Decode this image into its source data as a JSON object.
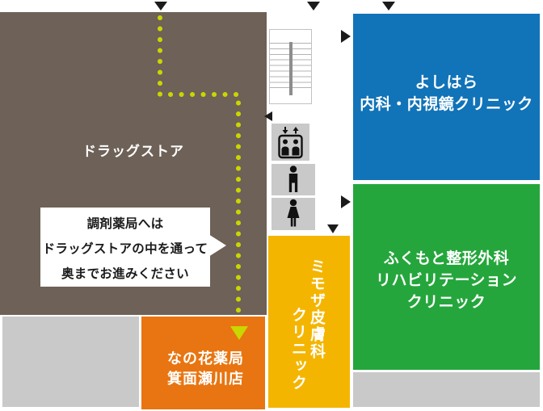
{
  "areas": {
    "drugstore": {
      "label": "ドラッグストア",
      "color": "#6e6157"
    },
    "pharmacy": {
      "name_line1": "なの花薬局",
      "name_line2": "箕面瀬川店",
      "color": "#e87511"
    },
    "mimosa_clinic": {
      "name_column1": "ミモザ皮膚科",
      "name_column2": "クリニック",
      "color": "#f4b500"
    },
    "yoshihara_clinic": {
      "name_line1": "よしはら",
      "name_line2": "内科・内視鏡クリニック",
      "color": "#1173b8"
    },
    "fukumoto_clinic": {
      "name_line1": "ふくもと整形外科",
      "name_line2": "リハビリテーション",
      "name_line3": "クリニック",
      "color": "#25a63c"
    }
  },
  "guide_bubble": {
    "lines": [
      "調剤薬局へは",
      "ドラッグストアの中を通って",
      "奥までお進みください"
    ]
  },
  "icons": {
    "stairs": "stairs-icon",
    "elevator": "elevator-icon",
    "mens_restroom": "mens-restroom-icon",
    "womens_restroom": "womens-restroom-icon"
  },
  "route": {
    "color": "#c9d600"
  },
  "colors": {
    "corridor_gray": "#c9c9c9",
    "entrance_arrow": "#1b1b1b",
    "background": "#ffffff"
  }
}
